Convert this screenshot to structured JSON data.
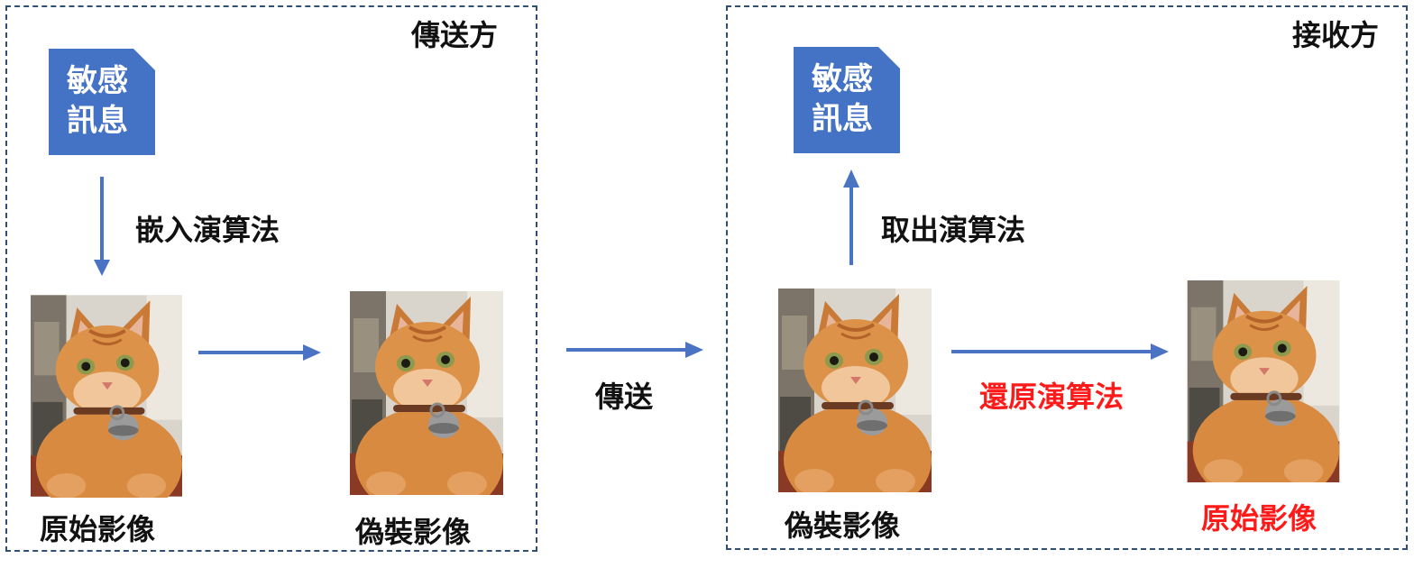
{
  "colors": {
    "doc_fill": "#4472c4",
    "arrow": "#4a74c3",
    "border": "#2f4f73",
    "highlight": "#ff1a1a"
  },
  "sender": {
    "title": "傳送方",
    "doc": {
      "line1": "敏感",
      "line2": "訊息"
    },
    "embed_label": "嵌入演算法",
    "original_caption": "原始影像",
    "stego_caption": "偽裝影像"
  },
  "transmit_label": "傳送",
  "receiver": {
    "title": "接收方",
    "doc": {
      "line1": "敏感",
      "line2": "訊息"
    },
    "extract_label": "取出演算法",
    "stego_caption": "偽裝影像",
    "restore_label": "還原演算法",
    "restored_caption": "原始影像"
  },
  "images": {
    "subject": "orange-tabby-cat-photo"
  }
}
